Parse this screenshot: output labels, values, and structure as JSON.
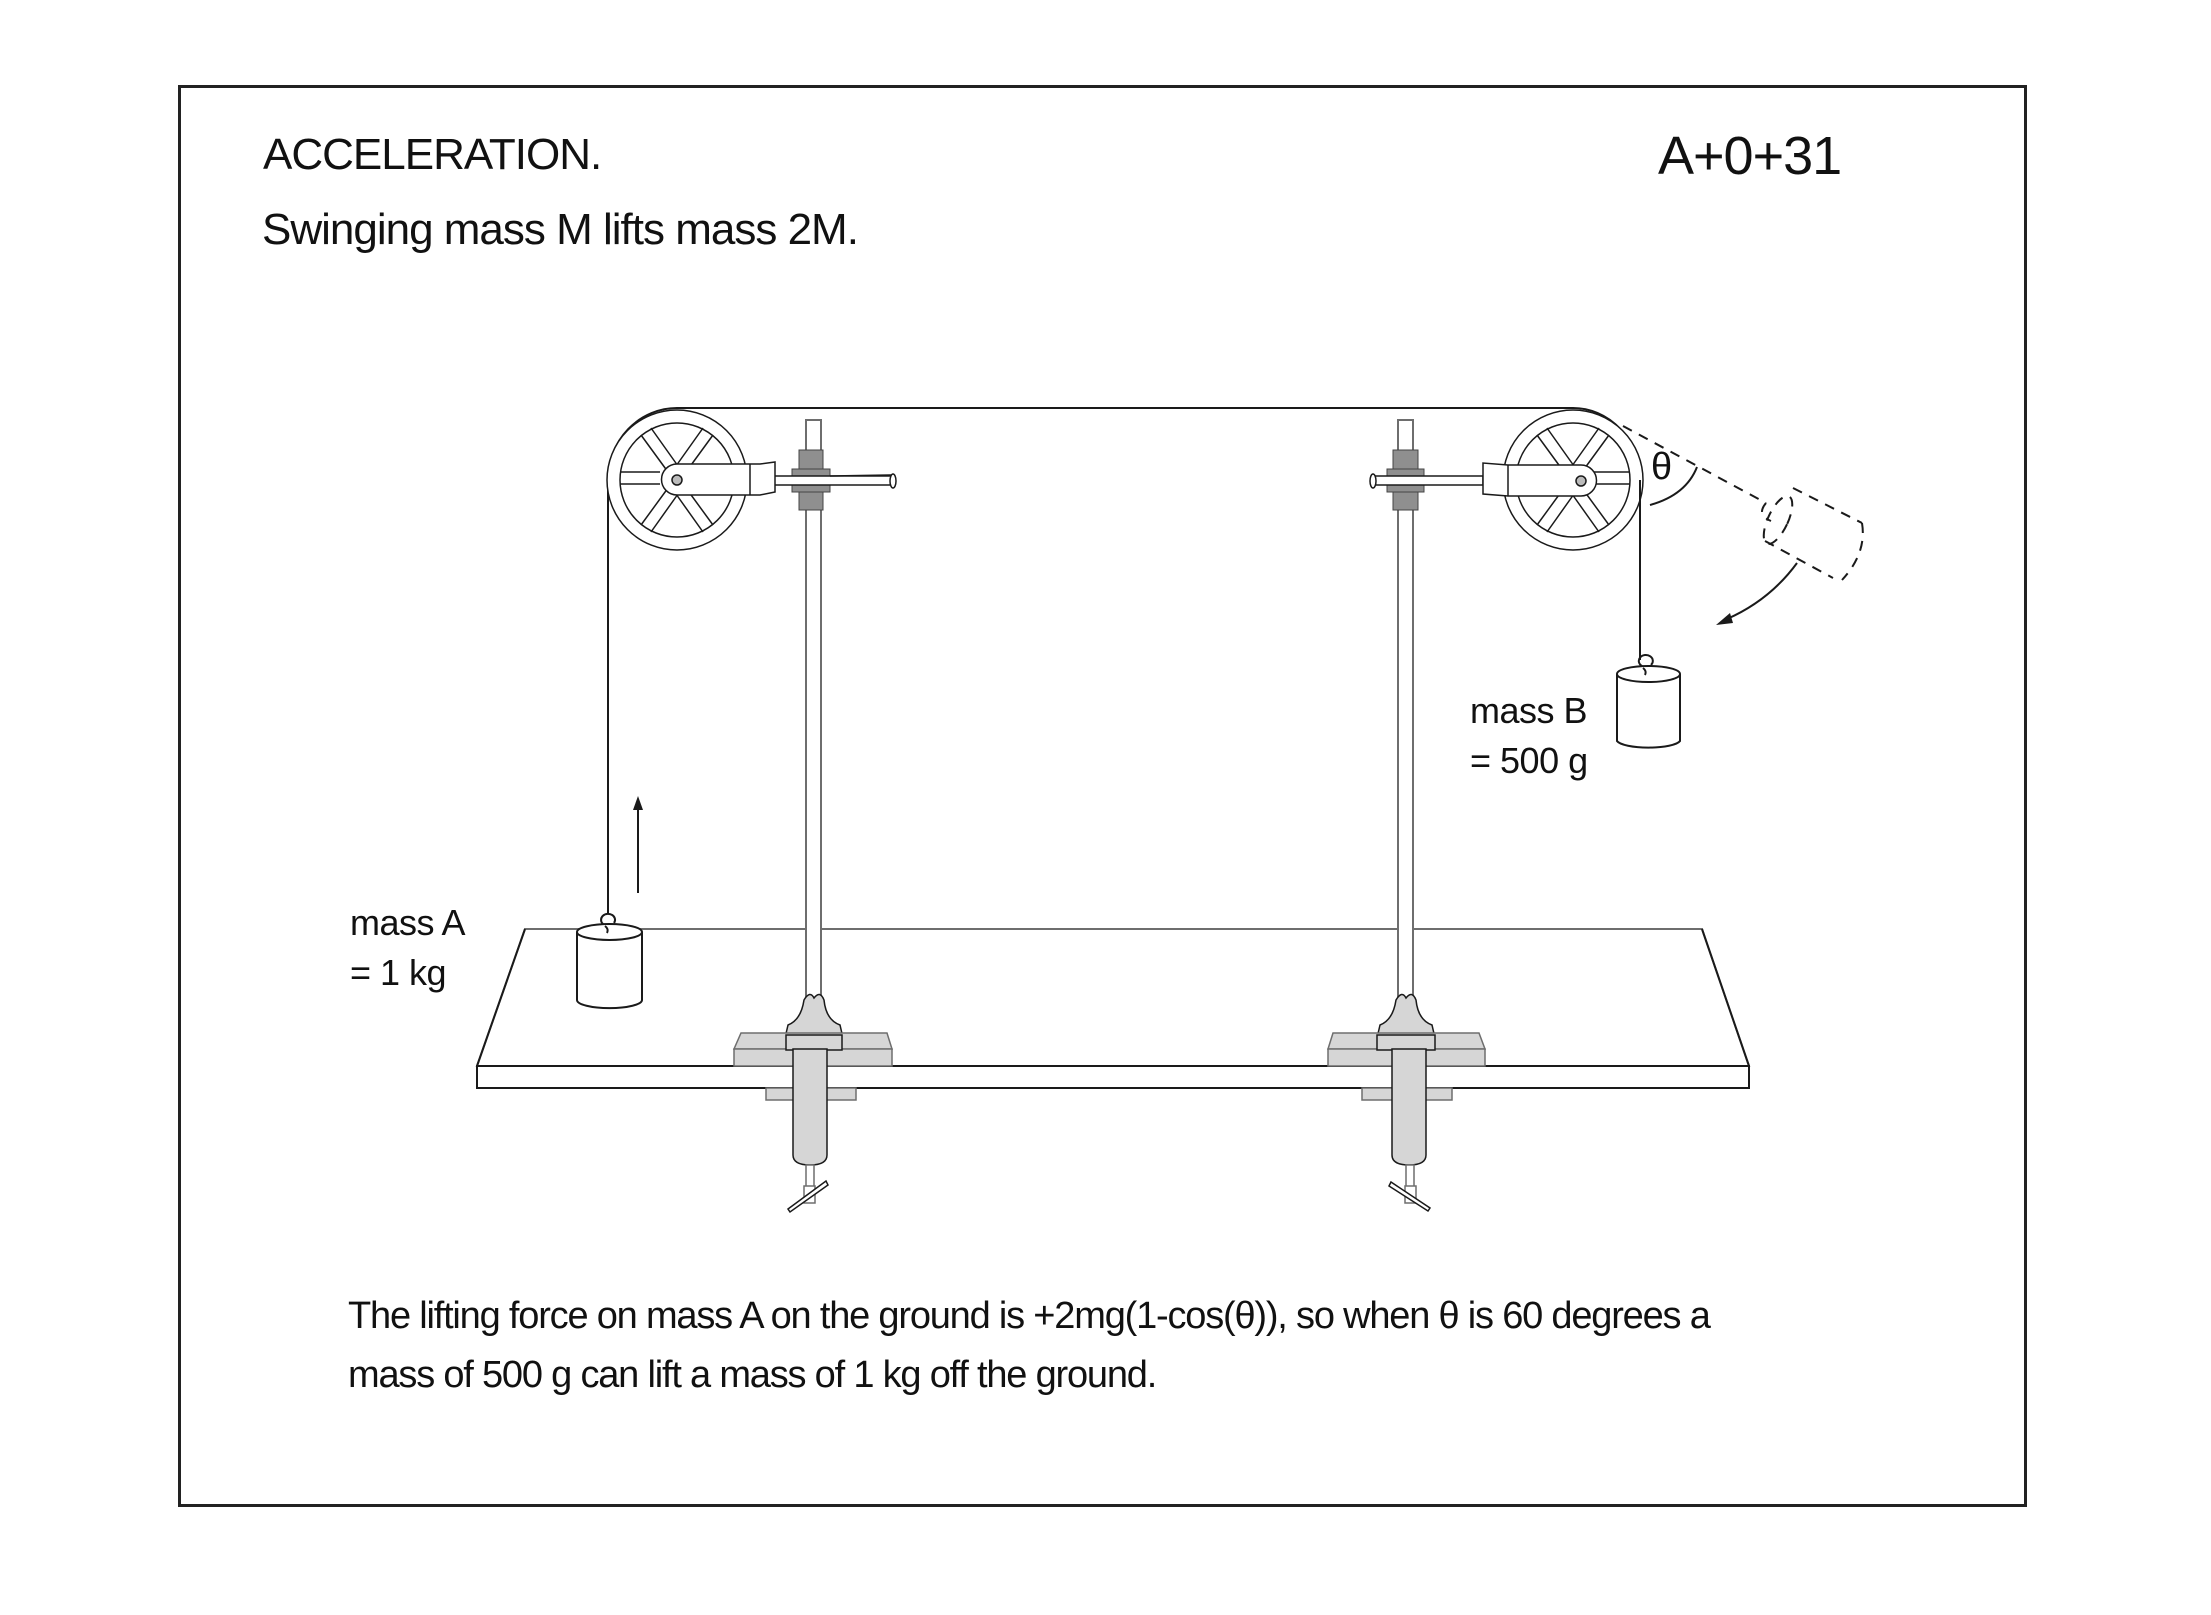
{
  "header": {
    "title": "ACCELERATION.",
    "subtitle": "Swinging mass M lifts mass 2M.",
    "demo_code": "A+0+31"
  },
  "diagram": {
    "mass_a": {
      "name": "mass A",
      "value": "= 1 kg"
    },
    "mass_b": {
      "name": "mass B",
      "value": "= 500 g"
    },
    "angle_symbol": "θ",
    "colors": {
      "line": "#1a1a1a",
      "rod": "#6e6e6e",
      "clamp_fill": "#d6d6d6",
      "boss_fill": "#8f8f8f"
    }
  },
  "caption": {
    "line1": "The lifting force on mass A on the ground is +2mg(1-cos(θ)), so when θ is 60 degrees a",
    "line2": "mass of 500 g can lift a mass of 1 kg off the ground."
  }
}
